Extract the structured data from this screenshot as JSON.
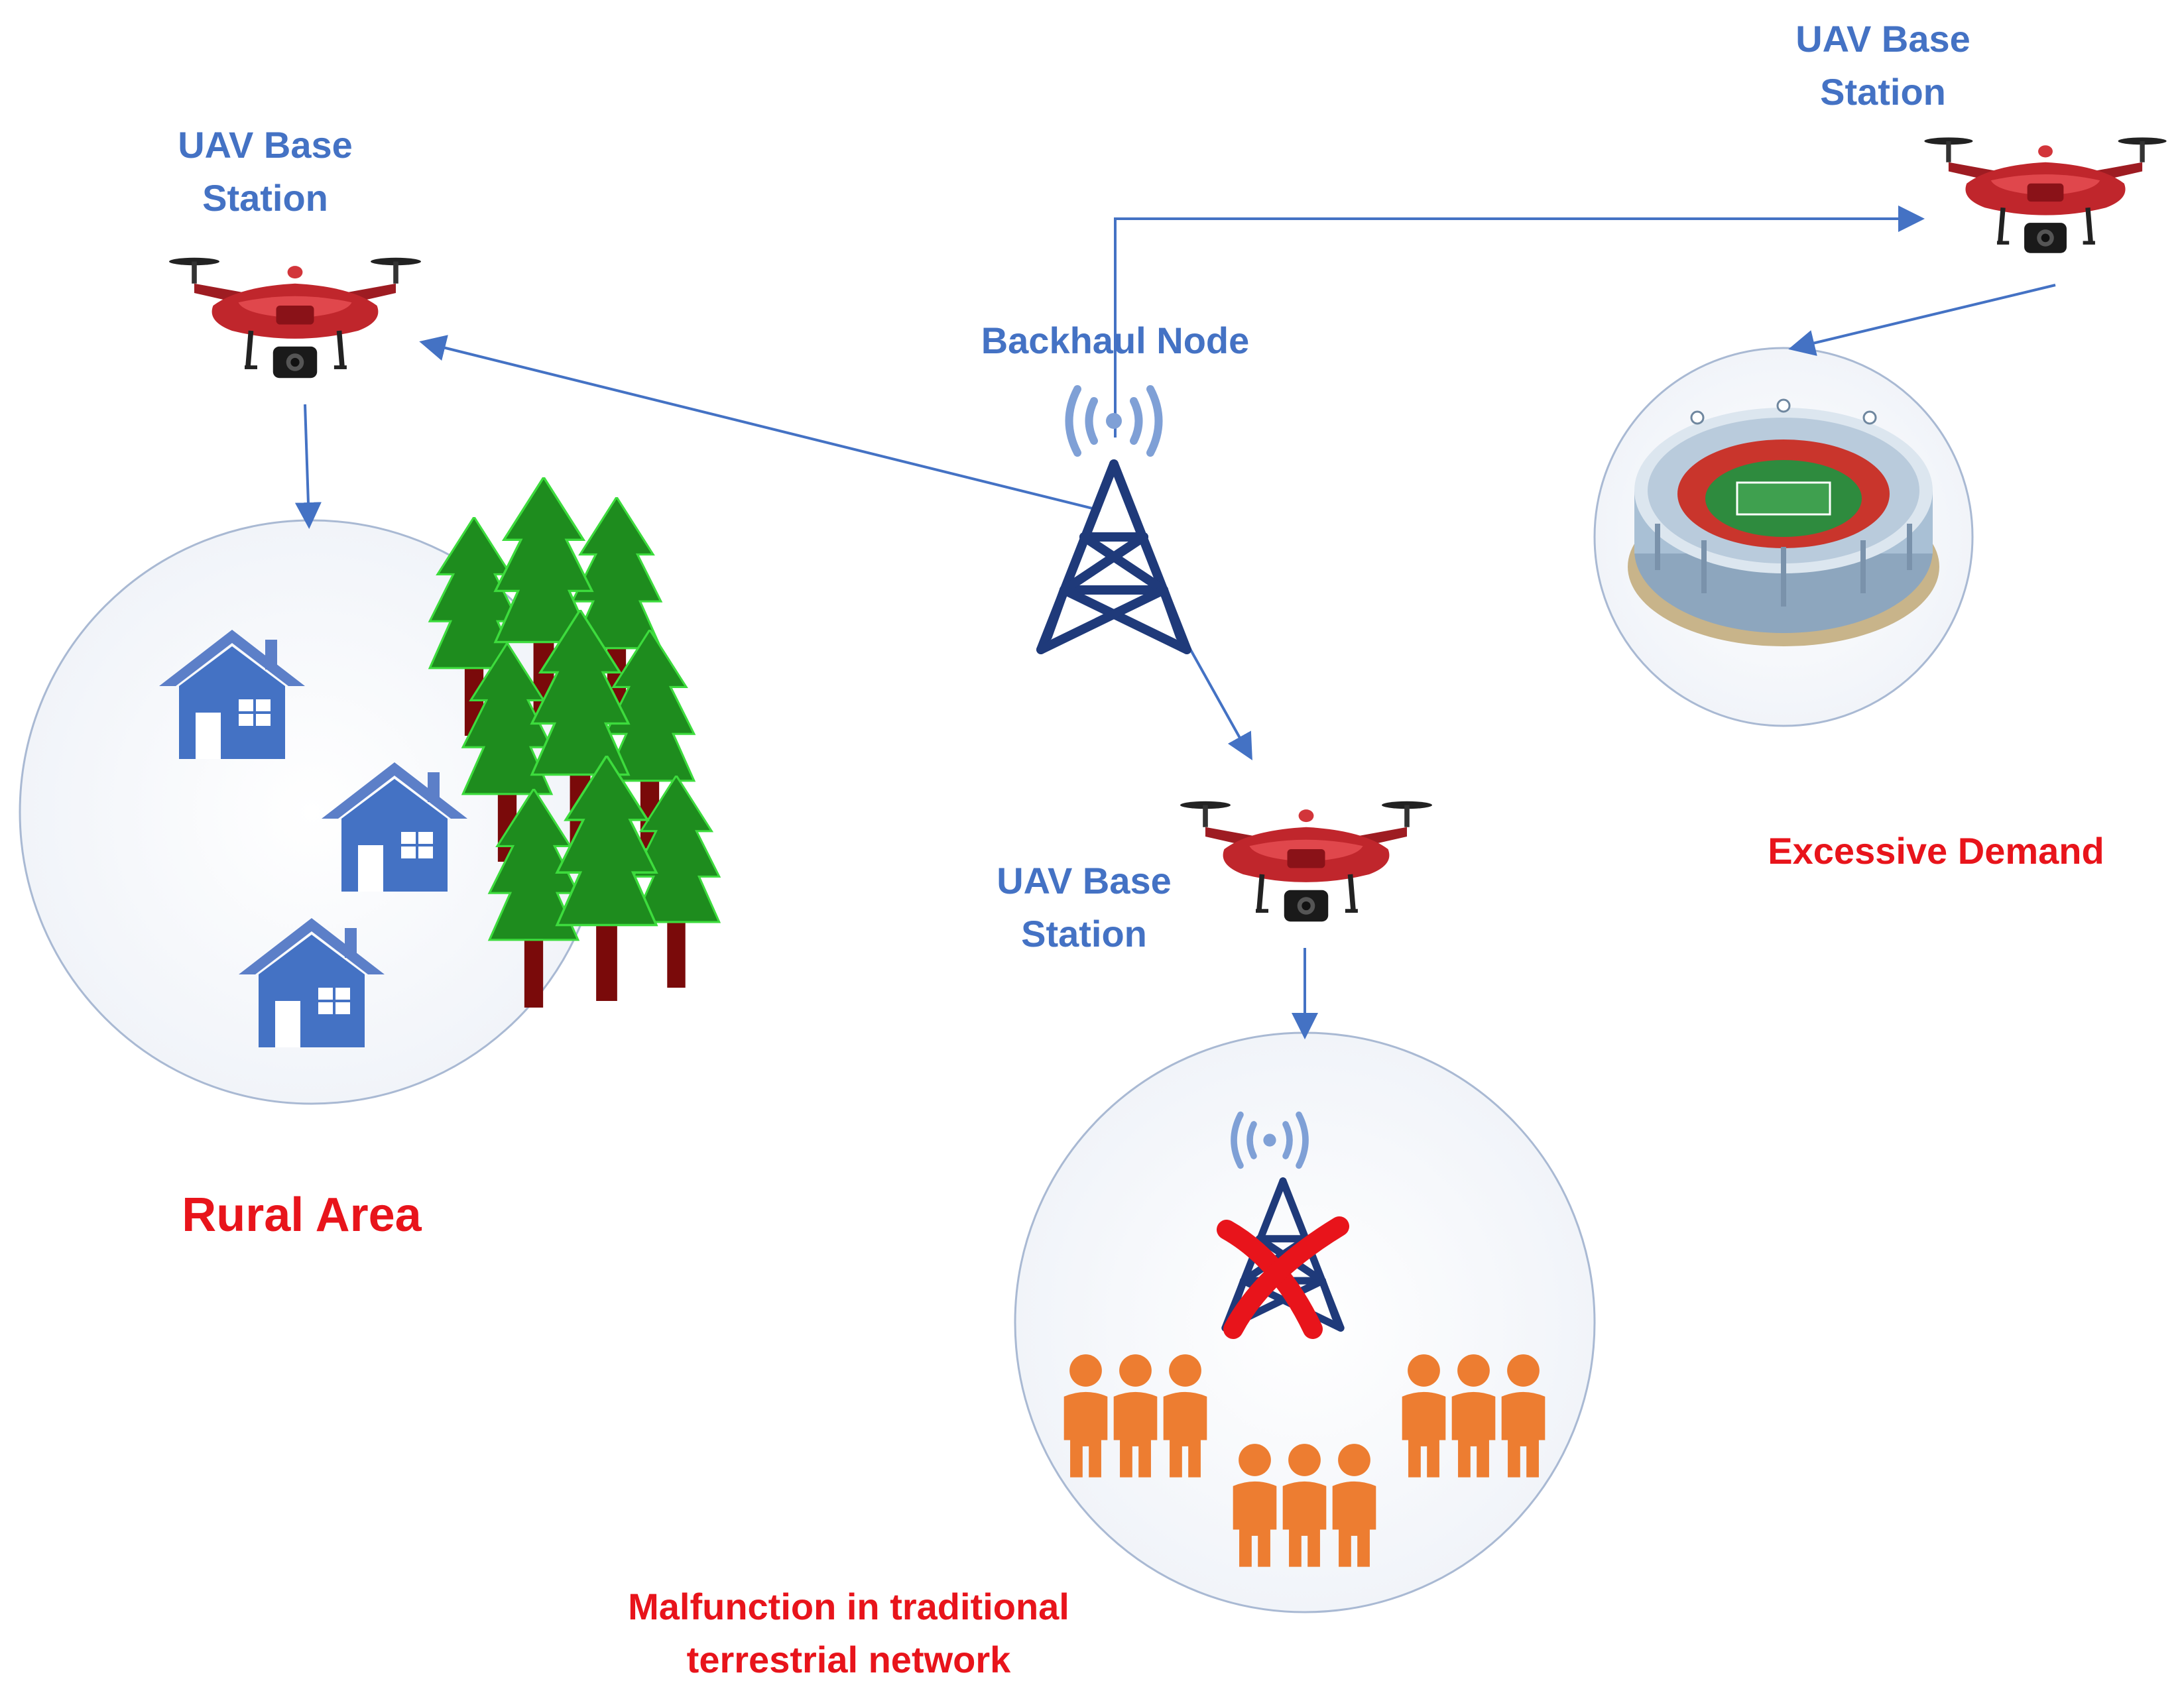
{
  "labels": {
    "uav_left_line1": "UAV Base",
    "uav_left_line2": "Station",
    "uav_right_line1": "UAV Base",
    "uav_right_line2": "Station",
    "uav_center_line1": "UAV Base",
    "uav_center_line2": "Station",
    "backhaul": "Backhaul Node",
    "rural": "Rural Area",
    "excessive": "Excessive Demand",
    "malfunction_line1": "Malfunction in traditional",
    "malfunction_line2": "terrestrial network"
  },
  "colors": {
    "label_blue": "#4472C4",
    "label_red": "#E8141B",
    "arrow": "#4472C4",
    "tower": "#1F3A7A",
    "drone": "#C0262C",
    "house": "#4472C4",
    "tree": "#1E8C1E",
    "trunk": "#7A0A0A",
    "people": "#ED7D31"
  },
  "icons": [
    "uav-drone-icon",
    "tower-icon",
    "house-icon",
    "tree-icon",
    "stadium-icon",
    "people-icon",
    "cross-icon"
  ]
}
